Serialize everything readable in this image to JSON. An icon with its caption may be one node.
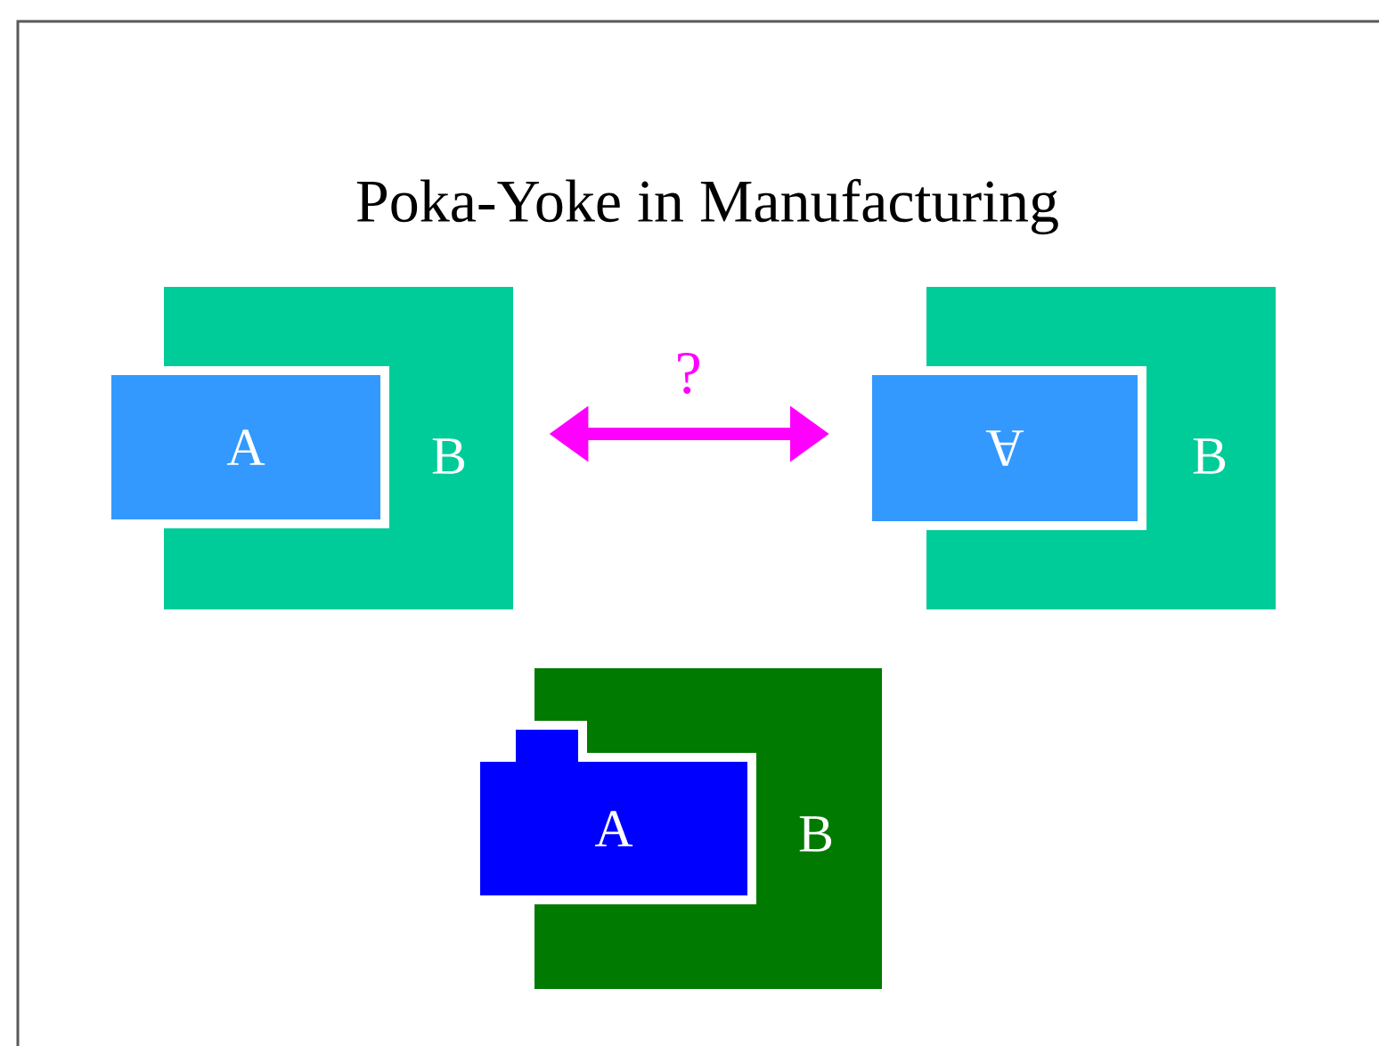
{
  "diagram": {
    "title": "Poka-Yoke in Manufacturing",
    "nodes": [
      {
        "text": [
          "A"
        ]
      },
      {
        "text": [
          "B"
        ]
      },
      {
        "text": [
          "A"
        ]
      },
      {
        "text": [
          "B"
        ]
      },
      {
        "text": [
          "A"
        ]
      },
      {
        "text": [
          "B"
        ]
      }
    ],
    "edges": [
      {
        "from": 1,
        "to": 2,
        "arrow": "both",
        "label": "?",
        "color": "#ff00ff"
      }
    ]
  }
}
